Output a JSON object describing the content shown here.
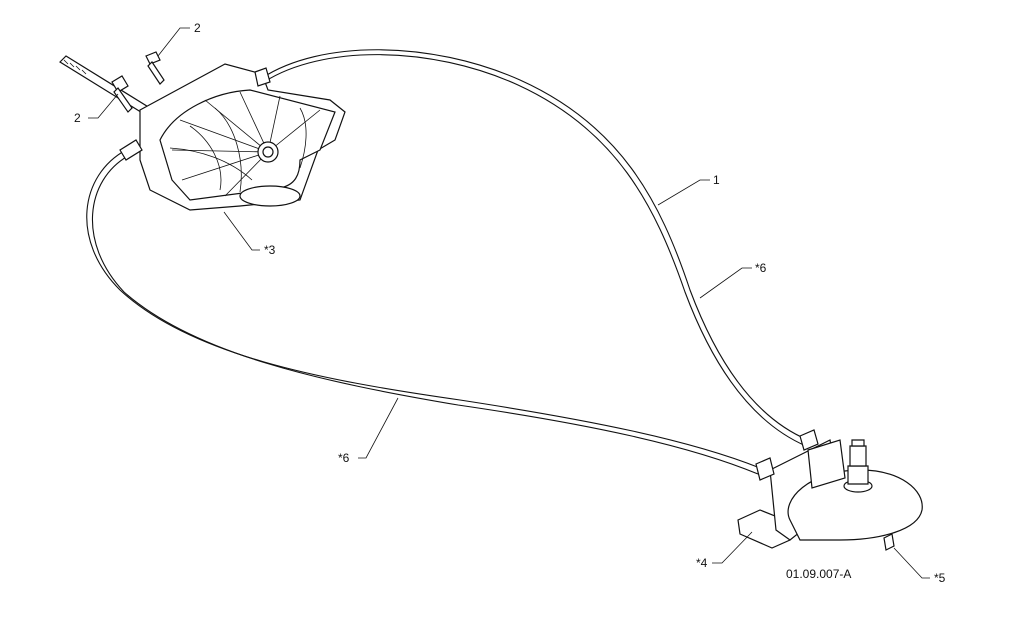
{
  "colors": {
    "ink": "#111111",
    "background": "#ffffff"
  },
  "callouts": {
    "c1": "1",
    "c2_top": "2",
    "c2_left": "2",
    "c3": "*3",
    "c4": "*4",
    "c5": "*5",
    "c6_right": "*6",
    "c6_left": "*6"
  },
  "drawing_number": "01.09.007-A"
}
